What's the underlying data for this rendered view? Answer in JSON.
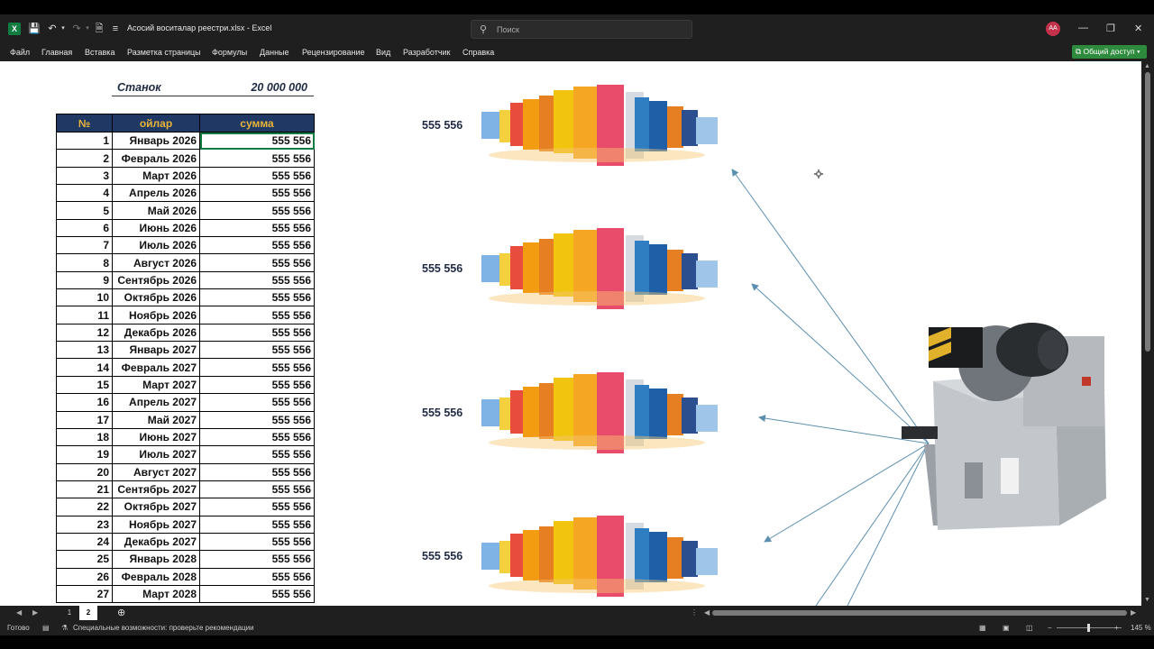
{
  "titlebar": {
    "document_title": "Асосий воситалар реестри.xlsx  -  Excel",
    "search_placeholder": "Поиск",
    "user_initials": "AA"
  },
  "menu": [
    "Файл",
    "Главная",
    "Вставка",
    "Разметка страницы",
    "Формулы",
    "Данные",
    "Рецензирование",
    "Вид",
    "Разработчик",
    "Справка"
  ],
  "share_label": "Общий доступ",
  "sheet": {
    "stanok_label": "Станок",
    "stanok_value": "20 000 000",
    "headers": [
      "№",
      "ойлар",
      "сумма"
    ],
    "rows": [
      [
        "1",
        "Январь 2026",
        "555 556"
      ],
      [
        "2",
        "Февраль 2026",
        "555 556"
      ],
      [
        "3",
        "Март 2026",
        "555 556"
      ],
      [
        "4",
        "Апрель 2026",
        "555 556"
      ],
      [
        "5",
        "Май 2026",
        "555 556"
      ],
      [
        "6",
        "Июнь 2026",
        "555 556"
      ],
      [
        "7",
        "Июль 2026",
        "555 556"
      ],
      [
        "8",
        "Август 2026",
        "555 556"
      ],
      [
        "9",
        "Сентябрь 2026",
        "555 556"
      ],
      [
        "10",
        "Октябрь 2026",
        "555 556"
      ],
      [
        "11",
        "Ноябрь 2026",
        "555 556"
      ],
      [
        "12",
        "Декабрь 2026",
        "555 556"
      ],
      [
        "13",
        "Январь 2027",
        "555 556"
      ],
      [
        "14",
        "Февраль 2027",
        "555 556"
      ],
      [
        "15",
        "Март 2027",
        "555 556"
      ],
      [
        "16",
        "Апрель 2027",
        "555 556"
      ],
      [
        "17",
        "Май 2027",
        "555 556"
      ],
      [
        "18",
        "Июнь 2027",
        "555 556"
      ],
      [
        "19",
        "Июль 2027",
        "555 556"
      ],
      [
        "20",
        "Август 2027",
        "555 556"
      ],
      [
        "21",
        "Сентябрь 2027",
        "555 556"
      ],
      [
        "22",
        "Октябрь 2027",
        "555 556"
      ],
      [
        "23",
        "Ноябрь 2027",
        "555 556"
      ],
      [
        "24",
        "Декабрь 2027",
        "555 556"
      ],
      [
        "25",
        "Январь 2028",
        "555 556"
      ],
      [
        "26",
        "Февраль 2028",
        "555 556"
      ],
      [
        "27",
        "Март 2028",
        "555 556"
      ]
    ],
    "side_values": [
      "555 556",
      "555 556",
      "555 556",
      "555 556"
    ]
  },
  "sheet_tabs": [
    "1",
    "2"
  ],
  "active_tab": "2",
  "status": {
    "ready": "Готово",
    "accessibility": "Специальные возможности: проверьте рекомендации",
    "zoom": "145 %"
  },
  "colors": {
    "header_bg": "#1f3864",
    "header_text": "#e8b339",
    "excel_green": "#107c41",
    "share_green": "#2e8b3d",
    "arrow": "#5b8fb0"
  }
}
